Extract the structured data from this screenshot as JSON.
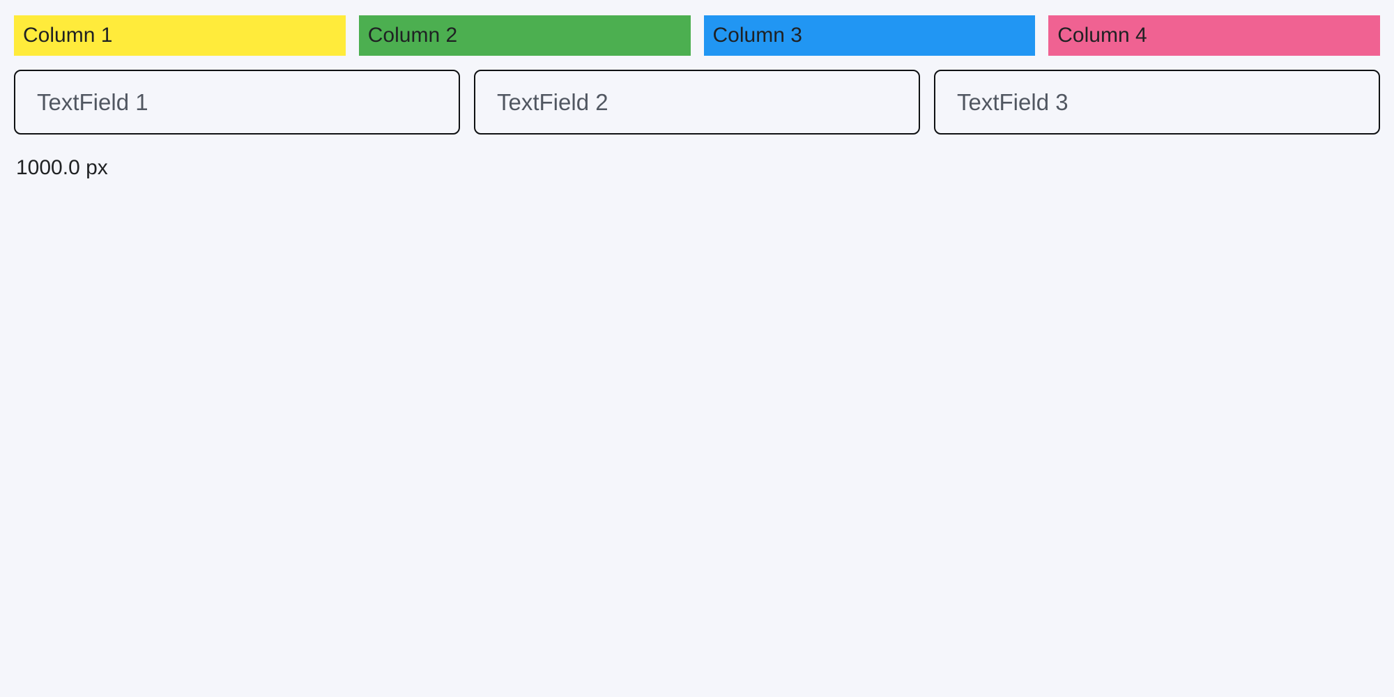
{
  "page": {
    "background": "#F5F6FB",
    "width_readout": "1000.0 px"
  },
  "columns": [
    {
      "label": "Column 1",
      "color": "#FFEB3B"
    },
    {
      "label": "Column 2",
      "color": "#4CAF50"
    },
    {
      "label": "Column 3",
      "color": "#2196F3"
    },
    {
      "label": "Column 4",
      "color": "#F06292"
    }
  ],
  "text_fields": [
    {
      "placeholder": "TextField 1"
    },
    {
      "placeholder": "TextField 2"
    },
    {
      "placeholder": "TextField 3"
    }
  ]
}
